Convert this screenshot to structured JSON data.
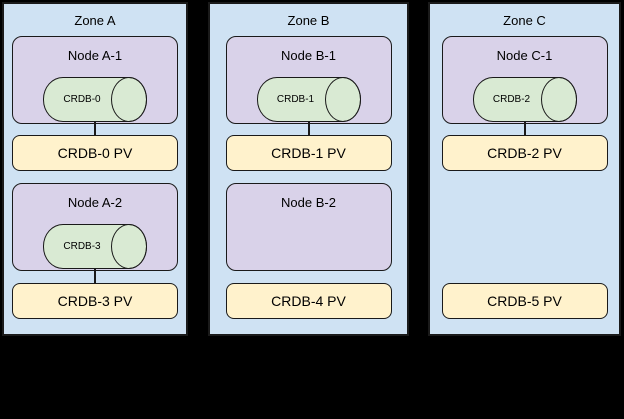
{
  "colors": {
    "canvas_bg": "#000000",
    "zone_fill": "#cfe2f3",
    "zone_border": "#1a1a1a",
    "node_fill": "#d9d2e9",
    "pod_fill": "#d9ead3",
    "pv_fill": "#fff2cc",
    "line": "#1a1a1a",
    "text": "#000000"
  },
  "zones": [
    {
      "label": "Zone A",
      "rows": [
        {
          "node": {
            "label": "Node A-1",
            "pod": "CRDB-0"
          },
          "pv": "CRDB-0 PV",
          "connected": true
        },
        {
          "node": {
            "label": "Node A-2",
            "pod": "CRDB-3"
          },
          "pv": "CRDB-3 PV",
          "connected": true
        }
      ]
    },
    {
      "label": "Zone B",
      "rows": [
        {
          "node": {
            "label": "Node B-1",
            "pod": "CRDB-1"
          },
          "pv": "CRDB-1 PV",
          "connected": true
        },
        {
          "node": {
            "label": "Node B-2",
            "pod": null
          },
          "pv": "CRDB-4 PV",
          "connected": false
        }
      ]
    },
    {
      "label": "Zone C",
      "rows": [
        {
          "node": {
            "label": "Node C-1",
            "pod": "CRDB-2"
          },
          "pv": "CRDB-2 PV",
          "connected": true
        },
        {
          "node": null,
          "pv": "CRDB-5 PV",
          "connected": false
        }
      ]
    }
  ]
}
